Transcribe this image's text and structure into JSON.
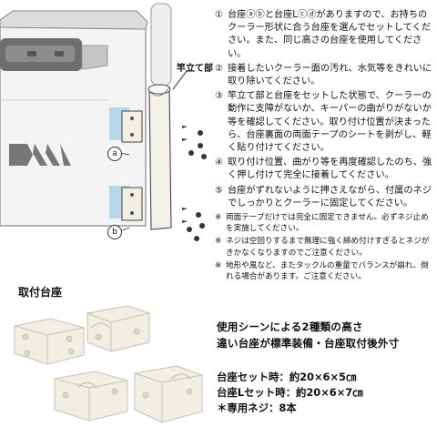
{
  "illustration": {
    "callout_label": "竿立て部",
    "label_a": "a",
    "label_b": "b"
  },
  "instructions": {
    "steps": [
      {
        "num": "①",
        "text": "台座ⓐⓑと台座Lⓒⓓがありますので、お持ちのクーラー形状に合う台座を選んでセットしてください。また、同じ高さの台座を使用してください。"
      },
      {
        "num": "②",
        "text": "接着したいクーラー面の汚れ、水気等をきれいに取り除いてください。"
      },
      {
        "num": "③",
        "text": "竿立て部と台座をセットした状態で、クーラーの動作に支障がないか、キーパーの曲がりがないか等を確認してください。取り付け位置が決まったら、台座裏面の両面テープのシートを剥がし、軽く貼り付けてください。"
      },
      {
        "num": "④",
        "text": "取り付け位置、曲がり等を再度確認したのち、強く押し付けて完全に接着してください。"
      },
      {
        "num": "⑤",
        "text": "台座がずれないように押さえながら、付属のネジでしっかりとクーラーに固定してください。"
      }
    ],
    "notes": [
      {
        "mark": "※",
        "text": "両面テープだけでは完全に固定できません。必ずネジ止めを実施してください。"
      },
      {
        "mark": "※",
        "text": "ネジは空回りするまで無理に強く締め付けすぎるとネジがきかなくなりますのでご注意ください。"
      },
      {
        "mark": "※",
        "text": "地形や風など、またタックルの重量でバランスが崩れ、倒れる場合があります。ご注意ください。"
      }
    ]
  },
  "bases": {
    "title": "取付台座"
  },
  "spec": {
    "line1": "使用シーンによる2種類の高さ",
    "line2": "違い台座が標準装備・台座取付後外寸",
    "rows": [
      "台座セット時：約20×6×5㎝",
      "台座Lセット時：約20×6×7㎝",
      "＊専用ネジ：8本"
    ]
  },
  "colors": {
    "cooler_gray": "#6e6e6e",
    "tape_blue": "#b8d6ea",
    "base_ivory": "#f1eee4"
  }
}
